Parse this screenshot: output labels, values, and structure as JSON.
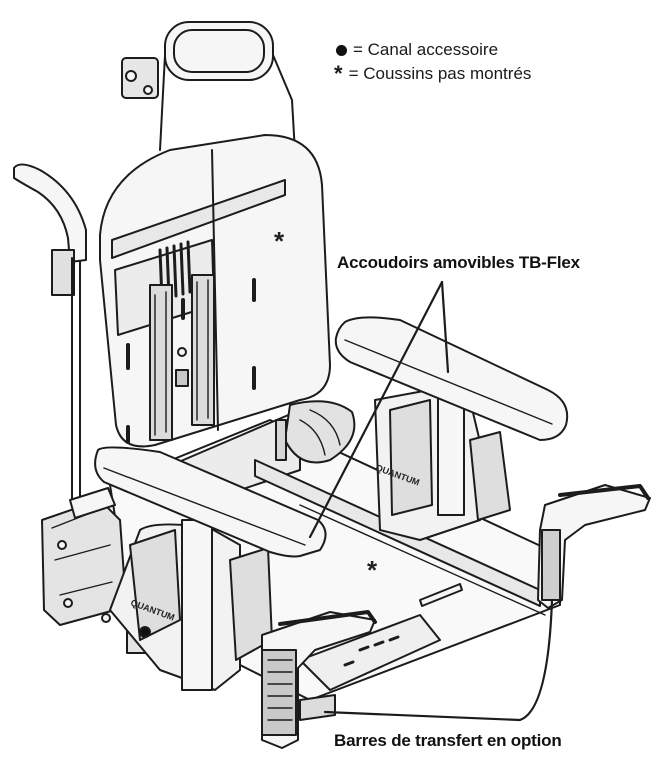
{
  "legend": {
    "accessory_channel": {
      "symbol": "dot-icon",
      "label": "= Canal accessoire"
    },
    "cushions": {
      "symbol": "asterisk-icon",
      "label": "= Coussins pas montrés"
    }
  },
  "callouts": {
    "armrests": "Accoudoirs amovibles TB-Flex",
    "transfer_bars": "Barres de transfert en option"
  },
  "markers": {
    "asterisk": "*"
  },
  "brand": "QUANTUM",
  "colors": {
    "line": "#1c1c1c",
    "fill": "#f6f6f6",
    "shade": "#d9d9d9",
    "background": "#ffffff"
  }
}
